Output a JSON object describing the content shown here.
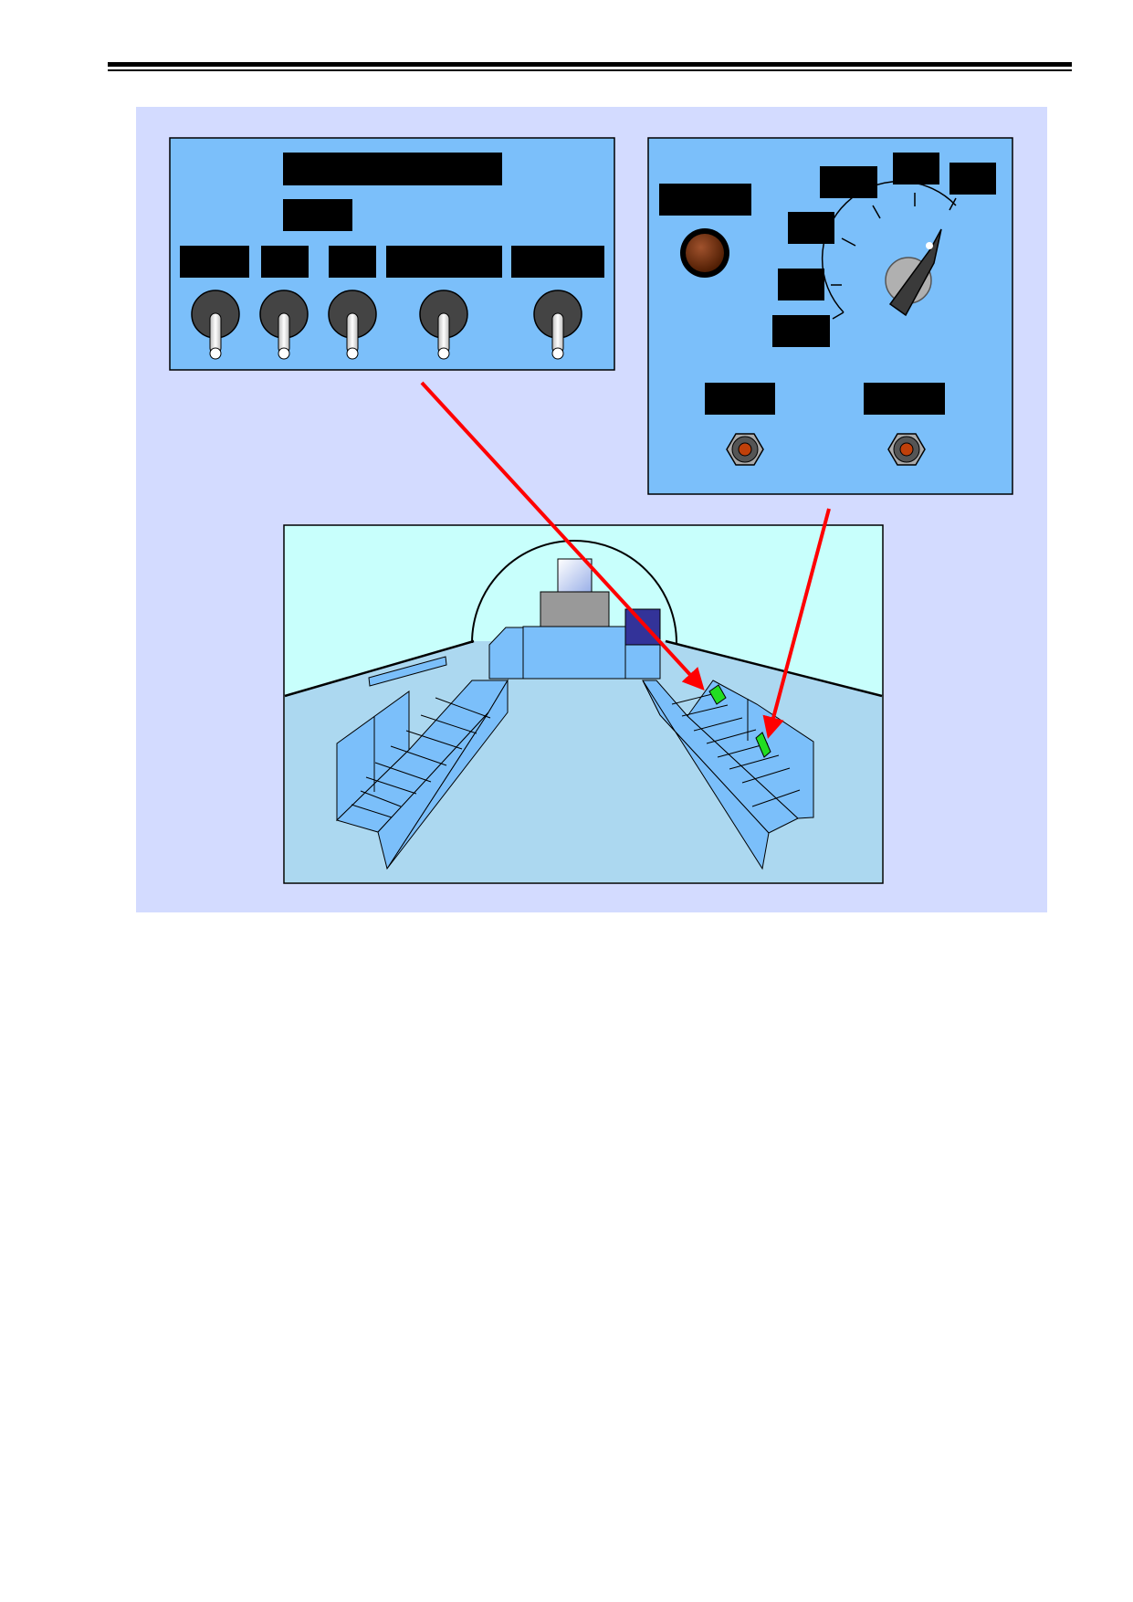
{
  "page": {
    "background": "#ffffff"
  },
  "figure": {
    "background": "#d3dbff",
    "panel_color": "#7bbffa",
    "redaction_color": "#000000",
    "arrow_color": "#ff0000",
    "highlight_color": "#22dd22"
  },
  "toggle_panel": {
    "toggle_count": 5,
    "label_block_count": 7
  },
  "rotary_panel": {
    "indicator_lamp_count": 1,
    "selector_positions": 6,
    "connector_count": 2,
    "label_block_count": 9
  },
  "cabin_view": {
    "sky_color": "#c8fffc",
    "floor_color": "#acd8f0",
    "highlighted_items": 2
  }
}
